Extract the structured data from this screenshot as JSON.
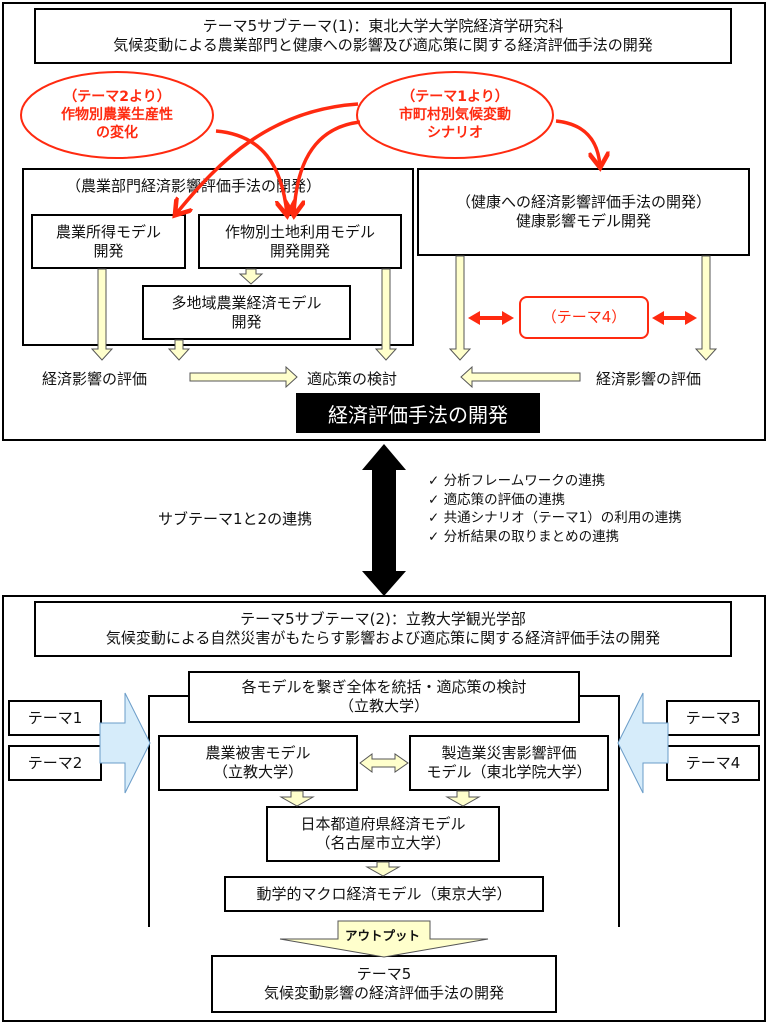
{
  "subtheme1": {
    "title_line1": "テーマ5サブテーマ(1)：東北大学大学院経済学研究科",
    "title_line2": "気候変動による農業部門と健康への影響及び適応策に関する経済評価手法の開発",
    "ellipse_theme2": {
      "line1": "（テーマ2より）",
      "line2": "作物別農業生産性",
      "line3": "の変化"
    },
    "ellipse_theme1": {
      "line1": "（テーマ1より）",
      "line2": "市町村別気候変動",
      "line3": "シナリオ"
    },
    "agri_group_title": "（農業部門経済影響評価手法の開発）",
    "agri_income_model": {
      "line1": "農業所得モデル",
      "line2": "開発"
    },
    "crop_landuse_model": {
      "line1": "作物別土地利用モデル",
      "line2": "開発開発"
    },
    "multiregion_model": {
      "line1": "多地域農業経済モデル",
      "line2": "開発"
    },
    "health_group": {
      "line1": "（健康への経済影響評価手法の開発）",
      "line2": "健康影響モデル開発"
    },
    "theme4_label": "（テーマ4）",
    "econ_eval_left": "経済影響の評価",
    "adaptation_review": "適応策の検討",
    "econ_eval_right": "経済影響の評価",
    "method_dev_label": "経済評価手法の開発"
  },
  "link": {
    "label": "サブテーマ1と2の連携",
    "check_mark": "✓",
    "items": [
      "分析フレームワークの連携",
      "適応策の評価の連携",
      "共通シナリオ（テーマ1）の利用の連携",
      "分析結果の取りまとめの連携"
    ]
  },
  "subtheme2": {
    "title_line1": "テーマ5サブテーマ(2)：立教大学観光学部",
    "title_line2": "気候変動による自然災害がもたらす影響および適応策に関する経済評価手法の開発",
    "integration": {
      "line1": "各モデルを繋ぎ全体を統括・適応策の検討",
      "line2": "（立教大学）"
    },
    "theme_inputs_left": [
      "テーマ1",
      "テーマ2"
    ],
    "theme_inputs_right": [
      "テーマ3",
      "テーマ4"
    ],
    "agri_damage_model": {
      "line1": "農業被害モデル",
      "line2": "（立教大学）"
    },
    "manufacturing_model": {
      "line1": "製造業災害影響評価",
      "line2": "モデル（東北学院大学）"
    },
    "prefecture_model": {
      "line1": "日本都道府県経済モデル",
      "line2": "（名古屋市立大学）"
    },
    "dynamic_macro_model": "動学的マクロ経済モデル（東京大学）",
    "output_label": "アウトプット",
    "result": {
      "line1": "テーマ5",
      "line2": "気候変動影響の経済評価手法の開発"
    }
  },
  "colors": {
    "accent_red": "#ff2a10",
    "arrow_fill_cream": "#ffffcc",
    "arrow_fill_blue": "#d6ecfa",
    "arrow_stroke_blue": "#6a9cc8"
  }
}
